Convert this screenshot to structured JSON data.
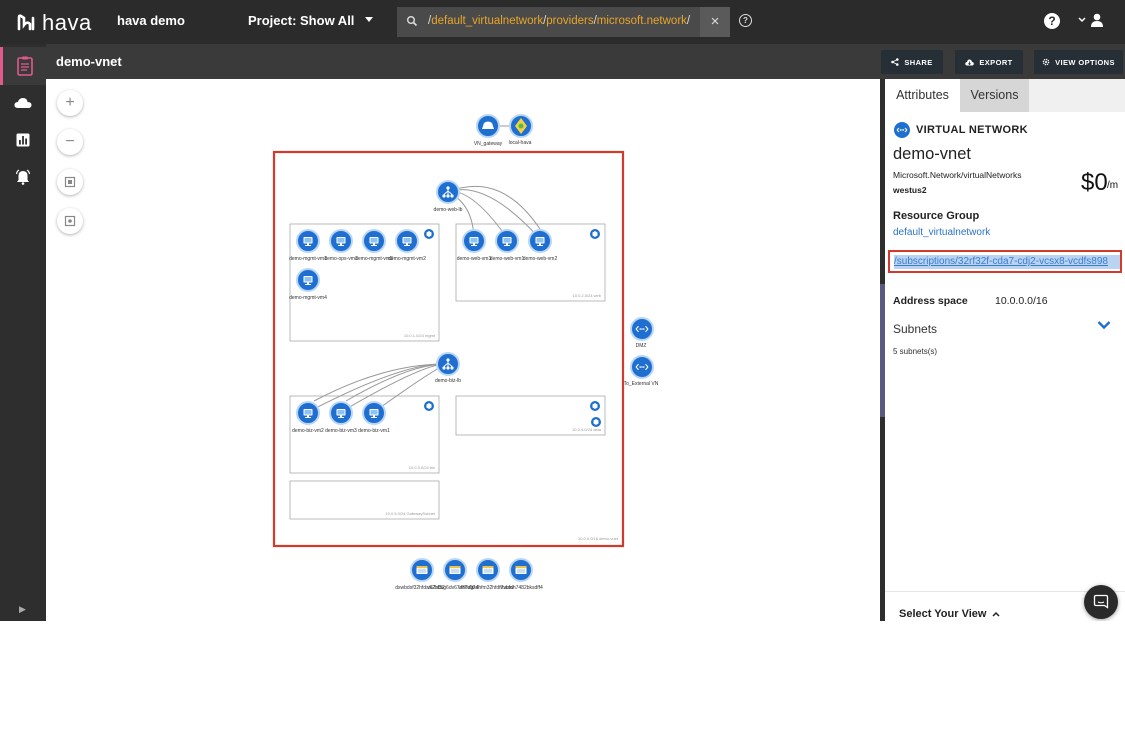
{
  "topbar": {
    "logo_text": "hava",
    "org_name": "hava demo",
    "project": "Project: Show All",
    "search_segments": [
      "/",
      "default_virtualnetwork",
      "/",
      "providers",
      "/",
      "microsoft.network",
      "/"
    ],
    "close_glyph": "×",
    "search_help_glyph": "?",
    "help_glyph": "?"
  },
  "subheader": {
    "title": "demo-vnet",
    "share_label": "SHARE",
    "export_label": "EXPORT",
    "view_options_label": "VIEW OPTIONS"
  },
  "canvas": {
    "zoom_in": "+",
    "zoom_out": "−",
    "vnet_caption": "10.0.0.0/16 demo-vnet",
    "top_nodes": [
      "VN_gateway",
      "local-hava"
    ],
    "lb_web_name": "demo-web-lb",
    "lb_biz_name": "demo-biz-lb",
    "mgmt_vms": [
      "demo-mgmt-vm1",
      "demo-ops-vm1",
      "demo-mgmt-vm3",
      "demo-mgmt-vm2",
      "demo-mgmt-vm4"
    ],
    "web_vms": [
      "demo-web-vm3",
      "demo-web-vm1",
      "demo-web-vm2"
    ],
    "biz_vms": [
      "demo-biz-vm2",
      "demo-biz-vm3",
      "demo-biz-vm1"
    ],
    "subnet_captions": [
      "10.0.1.0/24 mgmt",
      "10.0.2.0/24 web",
      "10.0.3.0/24 biz",
      "10.0.4.0/24 data",
      "10.0.5.0/24 GatewaySubnet"
    ],
    "side_nodes": [
      "DMZ",
      "To_External VN"
    ],
    "storage_nodes": [
      "dswbdsf32hfdsiv2bf32",
      "v67s8vg6dv67v86dgsd",
      "vfs7v924hfm32hfdnosaw",
      "f7vbfdh7482bksdff4"
    ]
  },
  "panel": {
    "tab_attributes": "Attributes",
    "tab_versions": "Versions",
    "resource_type": "VIRTUAL NETWORK",
    "resource_name": "demo-vnet",
    "resource_kind": "Microsoft.Network/virtualNetworks",
    "region": "westus2",
    "cost": "$0",
    "cost_unit": "/m",
    "resource_group_label": "Resource Group",
    "resource_group_value": "default_virtualnetwork",
    "subscription_path": "/subscriptions/32rf32f-cda7-cdj2-vcsx8-vcdfs898",
    "address_space_label": "Address space",
    "address_space_value": "10.0.0.0/16",
    "subnets_label": "Subnets",
    "subnets_count": "5 subnets(s)",
    "select_view_label": "Select Your View"
  },
  "colors": {
    "topbar": "#2b2b2b",
    "subheader": "#3a3a3a",
    "node_blue": "#1f6fd1",
    "highlight_red": "#d33a2c",
    "link_blue": "#2a74c6",
    "path_orange": "#e8a52a",
    "sidebar_active": "#e05a8a"
  },
  "icons": [
    "hava-logo-icon",
    "search-icon",
    "close-icon",
    "help-icon",
    "user-icon",
    "chevron-down-icon",
    "report-icon",
    "cloud-icon",
    "chart-icon",
    "alarm-icon",
    "share-icon",
    "export-icon",
    "gear-icon",
    "vnet-icon",
    "vm-icon",
    "load-balancer-icon",
    "gateway-icon",
    "storage-icon",
    "chat-icon"
  ]
}
